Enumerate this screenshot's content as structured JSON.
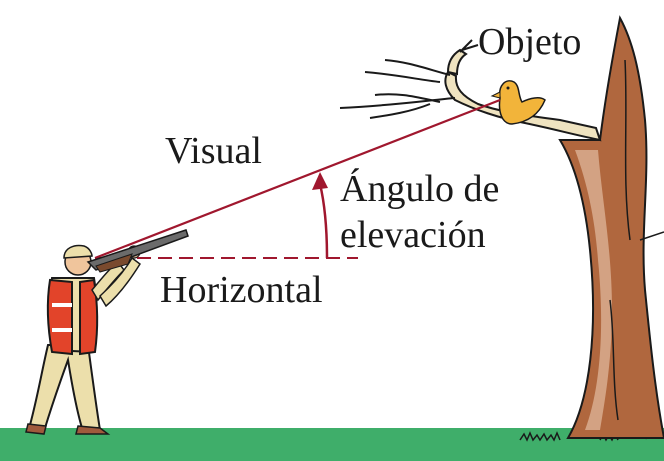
{
  "labels": {
    "objeto": "Objeto",
    "visual": "Visual",
    "angulo_line1": "Ángulo de",
    "angulo_line2": "elevación",
    "horizontal": "Horizontal"
  },
  "colors": {
    "sight_line": "#a0172e",
    "ground": "#3fae6a",
    "trunk": "#b0673e",
    "trunk_light": "#d3a283",
    "branch": "#efe3c0",
    "duck": "#f2b43a",
    "vest": "#e2442a",
    "pants": "#ecdfab",
    "skin": "#f0c59c"
  }
}
